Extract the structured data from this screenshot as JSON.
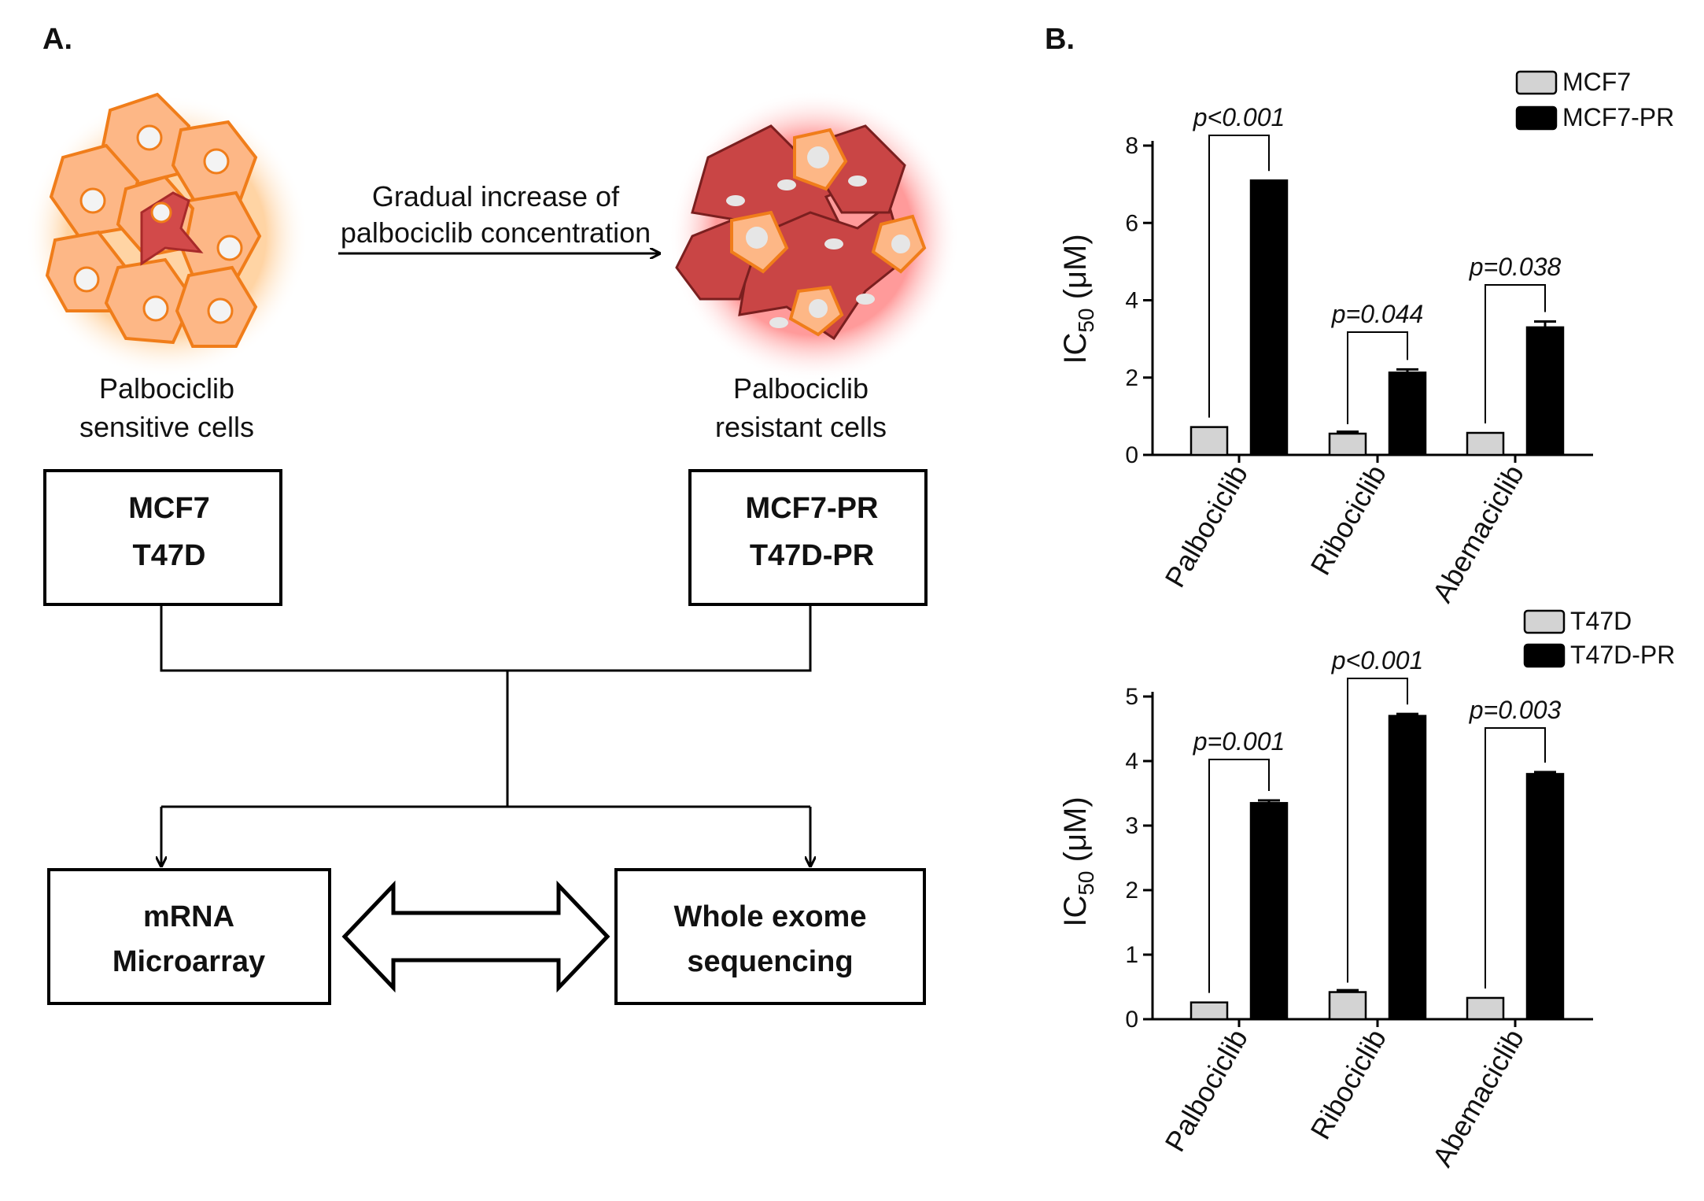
{
  "panels": {
    "a": "A.",
    "b": "B."
  },
  "schematic": {
    "sensitive_caption": [
      "Palbociclib",
      "sensitive cells"
    ],
    "resistant_caption": [
      "Palbociclib",
      "resistant cells"
    ],
    "arrow_caption": [
      "Gradual increase of",
      "palbociclib concentration"
    ],
    "parent_box": [
      "MCF7",
      "T47D"
    ],
    "resistant_box": [
      "MCF7-PR",
      "T47D-PR"
    ],
    "microarray_box": [
      "mRNA",
      "Microarray"
    ],
    "wes_box": [
      "Whole exome",
      "sequencing"
    ]
  },
  "chart_data": [
    {
      "type": "bar",
      "categories": [
        "Palbociclib",
        "Ribociclib",
        "Abemaciclib"
      ],
      "series": [
        {
          "name": "MCF7",
          "values": [
            0.72,
            0.55,
            0.57
          ],
          "errors": [
            0.0,
            0.05,
            0.0
          ],
          "color": "#d3d3d3"
        },
        {
          "name": "MCF7-PR",
          "values": [
            7.1,
            2.13,
            3.3
          ],
          "errors": [
            0.0,
            0.08,
            0.15
          ],
          "color": "#000000"
        }
      ],
      "pvalues": [
        "p<0.001",
        "p=0.044",
        "p=0.038"
      ],
      "ylabel_main": "IC",
      "ylabel_sub": "50",
      "ylabel_unit": "(μM)",
      "ylim": [
        0,
        8
      ],
      "yticks": [
        "0",
        "2",
        "4",
        "6",
        "8"
      ],
      "legend": "top-right",
      "grid": false
    },
    {
      "type": "bar",
      "categories": [
        "Palbociclib",
        "Ribociclib",
        "Abemaciclib"
      ],
      "series": [
        {
          "name": "T47D",
          "values": [
            0.26,
            0.42,
            0.33
          ],
          "errors": [
            0.0,
            0.03,
            0.0
          ],
          "color": "#d3d3d3"
        },
        {
          "name": "T47D-PR",
          "values": [
            3.35,
            4.7,
            3.8
          ],
          "errors": [
            0.04,
            0.03,
            0.03
          ],
          "color": "#000000"
        }
      ],
      "pvalues": [
        "p=0.001",
        "p<0.001",
        "p=0.003"
      ],
      "ylabel_main": "IC",
      "ylabel_sub": "50",
      "ylabel_unit": "(μM)",
      "ylim": [
        0,
        5
      ],
      "yticks": [
        "0",
        "1",
        "2",
        "3",
        "4",
        "5"
      ],
      "legend": "top-right",
      "grid": false
    }
  ]
}
